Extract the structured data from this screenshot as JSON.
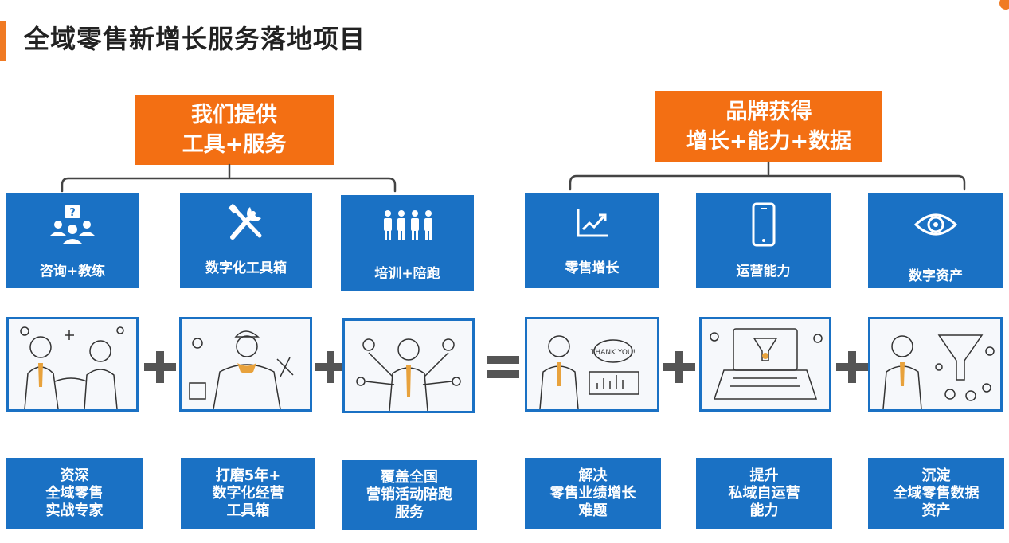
{
  "page": {
    "title": "全域零售新增长服务落地项目"
  },
  "offer_box": {
    "line1": "我们提供",
    "line2": "工具+服务"
  },
  "gain_box": {
    "line1": "品牌获得",
    "line2": "增长+能力+数据"
  },
  "services": [
    {
      "label": "咨询+教练",
      "icon": "people-question-icon"
    },
    {
      "label": "数字化工具箱",
      "icon": "tools-icon"
    },
    {
      "label": "培训+陪跑",
      "icon": "team-icon"
    }
  ],
  "outcomes": [
    {
      "label": "零售增长",
      "icon": "growth-chart-icon"
    },
    {
      "label": "运营能力",
      "icon": "phone-icon"
    },
    {
      "label": "数字资产",
      "icon": "eye-icon"
    }
  ],
  "bottom_cards": [
    {
      "lines": [
        "资深",
        "全域零售",
        "实战专家"
      ]
    },
    {
      "lines": [
        "打磨5年+",
        "数字化经营",
        "工具箱"
      ]
    },
    {
      "lines": [
        "覆盖全国",
        "营销活动陪跑",
        "服务"
      ]
    },
    {
      "lines": [
        "解决",
        "零售业绩增长",
        "难题"
      ]
    },
    {
      "lines": [
        "提升",
        "私域自运营",
        "能力"
      ]
    },
    {
      "lines": [
        "沉淀",
        "全域零售数据",
        "资产"
      ]
    }
  ],
  "illustration_text": {
    "thanks": "THANK YOU!"
  },
  "colors": {
    "orange": "#f36f13",
    "blue": "#1a71c4",
    "operator": "#555555"
  }
}
